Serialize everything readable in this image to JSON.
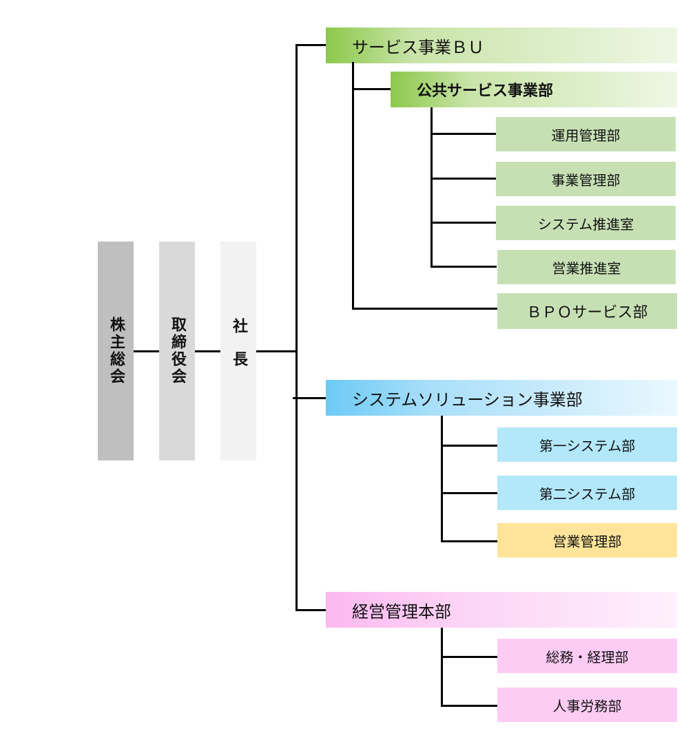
{
  "governance": {
    "shareholders": "株主総会",
    "board": "取締役会",
    "president": "社長"
  },
  "units": {
    "service_bu": {
      "label": "サービス事業ＢＵ",
      "color": "#8cc84b",
      "public_service": {
        "label": "公共サービス事業部",
        "color": "#8cc84b",
        "departments": [
          "運用管理部",
          "事業管理部",
          "システム推進室",
          "営業推進室"
        ]
      },
      "bpo": {
        "label": "ＢＰＯサービス部"
      }
    },
    "system_solution": {
      "label": "システムソリューション事業部",
      "color": "#6ccaf5",
      "departments": [
        "第一システム部",
        "第二システム部",
        "営業管理部"
      ]
    },
    "management": {
      "label": "経営管理本部",
      "color": "#fbb8f0",
      "departments": [
        "総務・経理部",
        "人事労務部"
      ]
    }
  }
}
